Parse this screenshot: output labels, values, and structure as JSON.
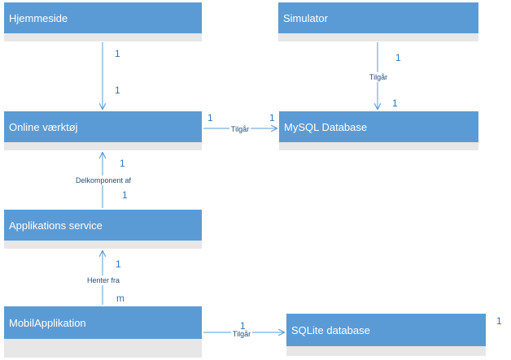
{
  "entities": [
    {
      "id": "hjemmeside",
      "name": "Hjemmeside"
    },
    {
      "id": "simulator",
      "name": "Simulator"
    },
    {
      "id": "online",
      "name": "Online værktøj"
    },
    {
      "id": "mysql",
      "name": "MySQL Database"
    },
    {
      "id": "appservice",
      "name": "Applikations service"
    },
    {
      "id": "mobil",
      "name": "MobilApplikation"
    },
    {
      "id": "sqlite",
      "name": "SQLite database"
    }
  ],
  "relations": [
    {
      "from": "hjemmeside",
      "to": "online",
      "label": "",
      "from_mult": "1",
      "to_mult": "1"
    },
    {
      "from": "simulator",
      "to": "mysql",
      "label": "Tilgår",
      "from_mult": "1",
      "to_mult": "1"
    },
    {
      "from": "online",
      "to": "mysql",
      "label": "Tilgår",
      "from_mult": "1",
      "to_mult": "1"
    },
    {
      "from": "appservice",
      "to": "online",
      "label": "Delkomponent af",
      "from_mult": "1",
      "to_mult": "1"
    },
    {
      "from": "mobil",
      "to": "appservice",
      "label": "Henter fra",
      "from_mult": "m",
      "to_mult": "1"
    },
    {
      "from": "mobil",
      "to": "sqlite",
      "label": "Tilgår",
      "from_mult": "1",
      "to_mult": "1"
    }
  ],
  "colors": {
    "header": "#5b9bd5",
    "body": "#e7e7e7",
    "line": "#5b9bd5",
    "text": "#ffffff"
  }
}
